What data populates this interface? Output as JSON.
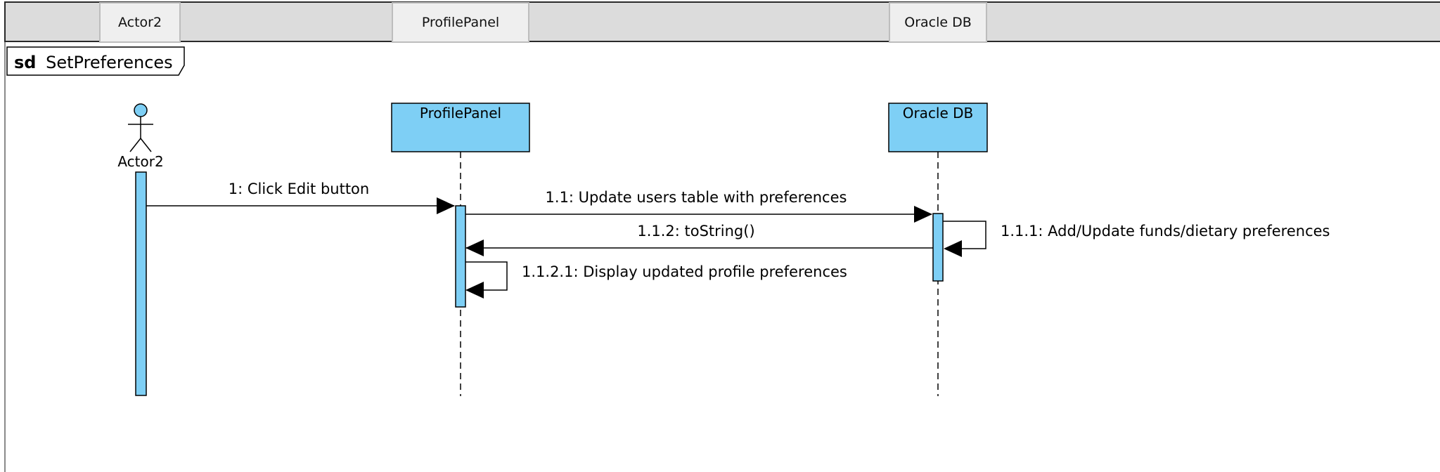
{
  "header_tabs": [
    "Actor2",
    "ProfilePanel",
    "Oracle DB"
  ],
  "frame": {
    "keyword": "sd",
    "name": "SetPreferences"
  },
  "actor": {
    "label": "Actor2"
  },
  "lifelines": [
    {
      "id": "profilepanel",
      "label": "ProfilePanel"
    },
    {
      "id": "oracledb",
      "label": "Oracle DB"
    }
  ],
  "messages": [
    {
      "id": "m1",
      "label": "1: Click Edit button"
    },
    {
      "id": "m11",
      "label": "1.1: Update users table with preferences"
    },
    {
      "id": "m111",
      "label": "1.1.1: Add/Update funds/dietary preferences"
    },
    {
      "id": "m112",
      "label": "1.1.2: toString()"
    },
    {
      "id": "m1121",
      "label": "1.1.2.1: Display updated profile preferences"
    }
  ],
  "colors": {
    "box_fill": "#7ecff5",
    "stroke": "#000000",
    "toolbar": "#dcdcdc"
  }
}
